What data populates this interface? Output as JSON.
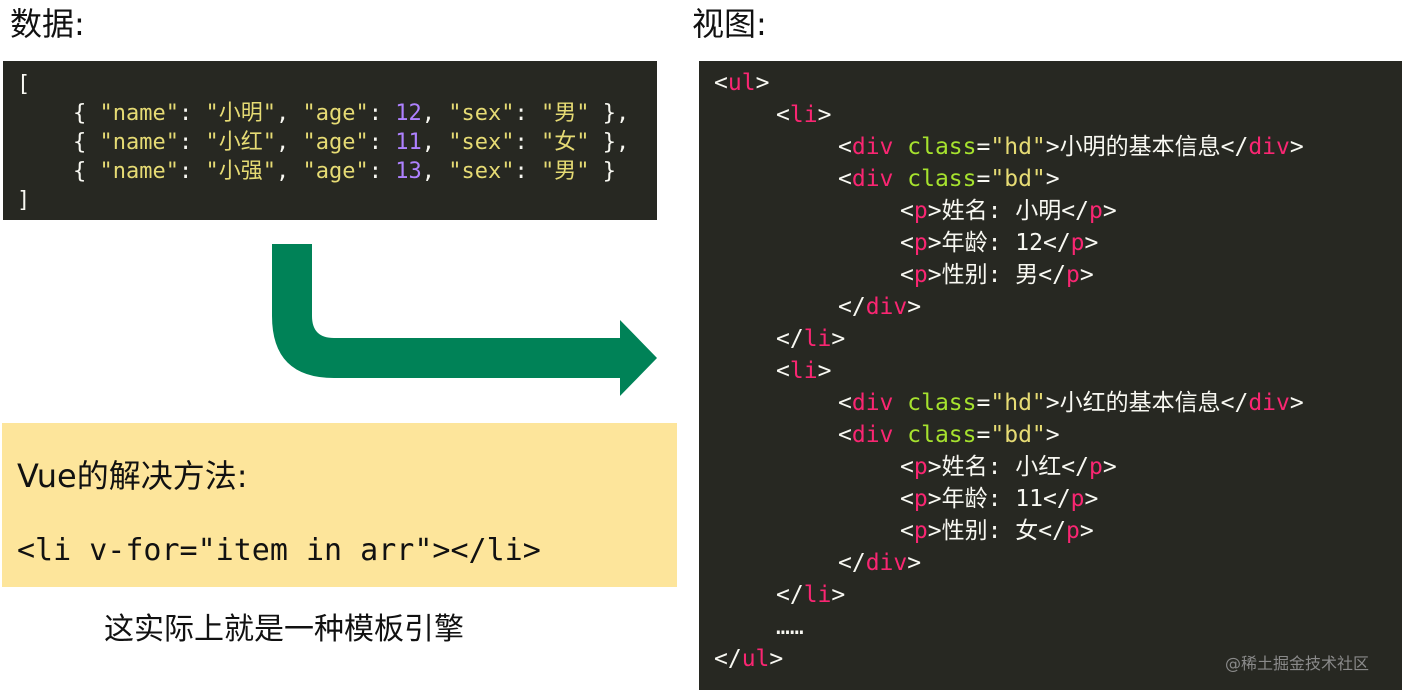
{
  "headings": {
    "data": "数据:",
    "view": "视图:"
  },
  "data_code": {
    "open": "[",
    "records": [
      {
        "name": "小明",
        "age": "12",
        "sex": "男",
        "trail": " },"
      },
      {
        "name": "小红",
        "age": "11",
        "sex": "女",
        "trail": " },"
      },
      {
        "name": "小强",
        "age": "13",
        "sex": "男",
        "trail": " }"
      }
    ],
    "key_name": "\"name\"",
    "key_age": "\"age\"",
    "key_sex": "\"sex\"",
    "close": "]"
  },
  "view_code": {
    "ul": "ul",
    "li": "li",
    "div": "div",
    "p": "p",
    "class_attr": "class",
    "hd": "\"hd\"",
    "bd": "\"bd\"",
    "items": [
      {
        "hd_text": "小明的基本信息",
        "name_line": "姓名: 小明",
        "age_line": "年龄: 12",
        "sex_line": "性别: 男"
      },
      {
        "hd_text": "小红的基本信息",
        "name_line": "姓名: 小红",
        "age_line": "年龄: 11",
        "sex_line": "性别: 女"
      }
    ],
    "ellipsis": "……"
  },
  "solution": {
    "title": "Vue的解决方法:",
    "code": "<li v-for=\"item in arr\"></li>"
  },
  "caption": "这实际上就是一种模板引擎",
  "watermark": "@稀土掘金技术社区",
  "colors": {
    "code_bg": "#272822",
    "tag": "#f92672",
    "attr": "#a6e22e",
    "string": "#e6db74",
    "number": "#ae81ff",
    "arrow": "#008257",
    "highlight_box": "#fde59b"
  }
}
